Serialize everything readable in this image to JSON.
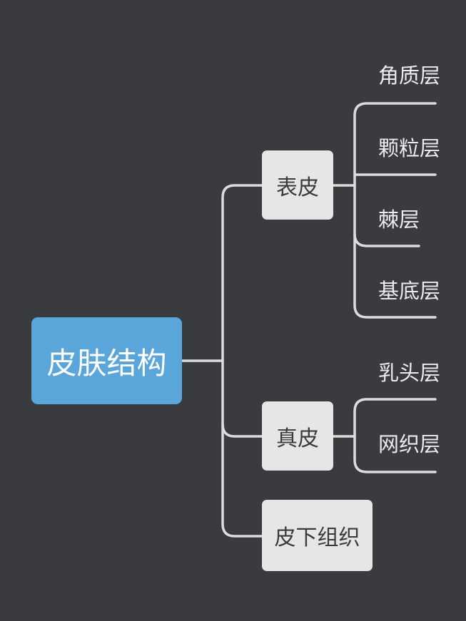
{
  "root": {
    "label": "皮肤结构",
    "color": "#5aa6da"
  },
  "branches": [
    {
      "label": "表皮",
      "children": [
        "角质层",
        "颗粒层",
        "棘层",
        "基底层"
      ]
    },
    {
      "label": "真皮",
      "children": [
        "乳头层",
        "网织层"
      ]
    },
    {
      "label": "皮下组织",
      "children": []
    }
  ],
  "colors": {
    "background": "#3a3b3e",
    "branch_box": "#e6e6e6",
    "connector": "#dcdcdc",
    "leaf_text": "#ececec"
  }
}
